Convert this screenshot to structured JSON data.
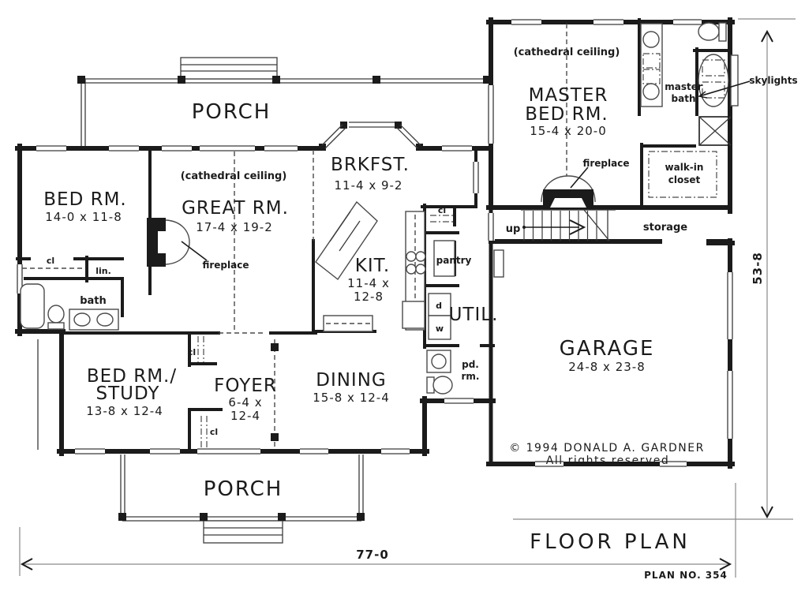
{
  "plan": {
    "title": "FLOOR PLAN",
    "plan_no": "PLAN NO. 354",
    "copyright_line1": "© 1994 DONALD A. GARDNER",
    "copyright_line2": "All rights reserved",
    "overall_width": "77-0",
    "overall_depth": "53-8"
  },
  "rooms": {
    "porch": {
      "name": "PORCH"
    },
    "bedroom": {
      "name": "BED RM.",
      "size": "14-0 x 11-8"
    },
    "great_room": {
      "name": "GREAT RM.",
      "size": "17-4 x 19-2",
      "note": "(cathedral ceiling)"
    },
    "breakfast": {
      "name": "BRKFST.",
      "size": "11-4 x 9-2"
    },
    "kitchen": {
      "name": "KIT.",
      "size_line1": "11-4 x",
      "size_line2": "12-8"
    },
    "dining": {
      "name": "DINING",
      "size": "15-8 x 12-4"
    },
    "foyer": {
      "name": "FOYER",
      "size_line1": "6-4 x",
      "size_line2": "12-4"
    },
    "bed_study": {
      "name_line1": "BED RM./",
      "name_line2": "STUDY",
      "size": "13-8 x 12-4"
    },
    "master_bedroom": {
      "name_line1": "MASTER",
      "name_line2": "BED RM.",
      "size": "15-4 x 20-0",
      "note": "(cathedral ceiling)"
    },
    "garage": {
      "name": "GARAGE",
      "size": "24-8 x 23-8"
    },
    "utility": {
      "name": "UTIL."
    },
    "pantry": {
      "name": "pantry"
    },
    "powder_room": {
      "line1": "pd.",
      "line2": "rm."
    },
    "master_bath": {
      "line1": "master",
      "line2": "bath"
    },
    "walk_in_closet": {
      "line1": "walk-in",
      "line2": "closet"
    },
    "storage": {
      "name": "storage"
    },
    "bath": {
      "name": "bath"
    },
    "linen": {
      "name": "lin."
    }
  },
  "annotations": {
    "closet": "cl",
    "fireplace": "fireplace",
    "skylights": "skylights",
    "up": "up",
    "dryer": "d",
    "washer": "w"
  },
  "colors": {
    "ink": "#1b1b1b",
    "paper": "#ffffff"
  }
}
